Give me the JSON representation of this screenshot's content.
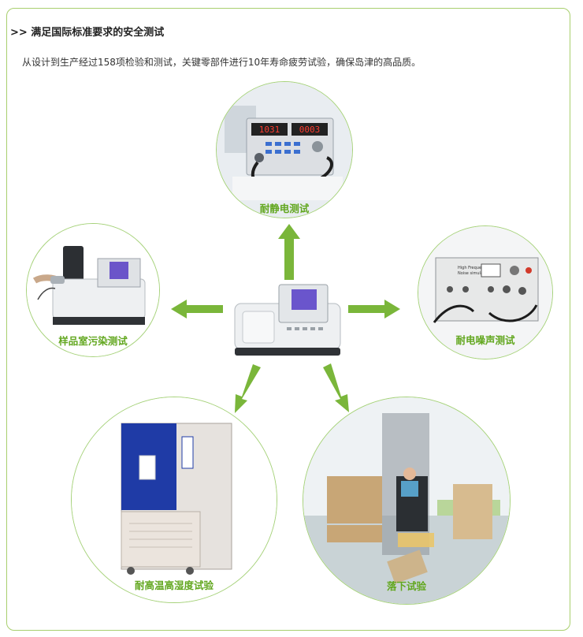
{
  "heading": ">> 满足国际标准要求的安全测试",
  "intro": "从设计到生产经过158项检验和测试，关键零部件进行10年寿命疲劳试验，确保岛津的高品质。",
  "tests": {
    "static": {
      "label": "耐静电测试",
      "display_a": "1031",
      "display_b": "0003"
    },
    "contamination": {
      "label": "样品室污染测试"
    },
    "noise": {
      "label": "耐电噪声测试",
      "panel_title_1": "High Frequency",
      "panel_title_2": "Noise simulator"
    },
    "humidity": {
      "label": "耐高温高湿度试验"
    },
    "drop": {
      "label": "落下试验"
    }
  },
  "colors": {
    "accent_green": "#7ab63a",
    "label_green": "#62a71f",
    "border_green": "#a6d27a"
  }
}
